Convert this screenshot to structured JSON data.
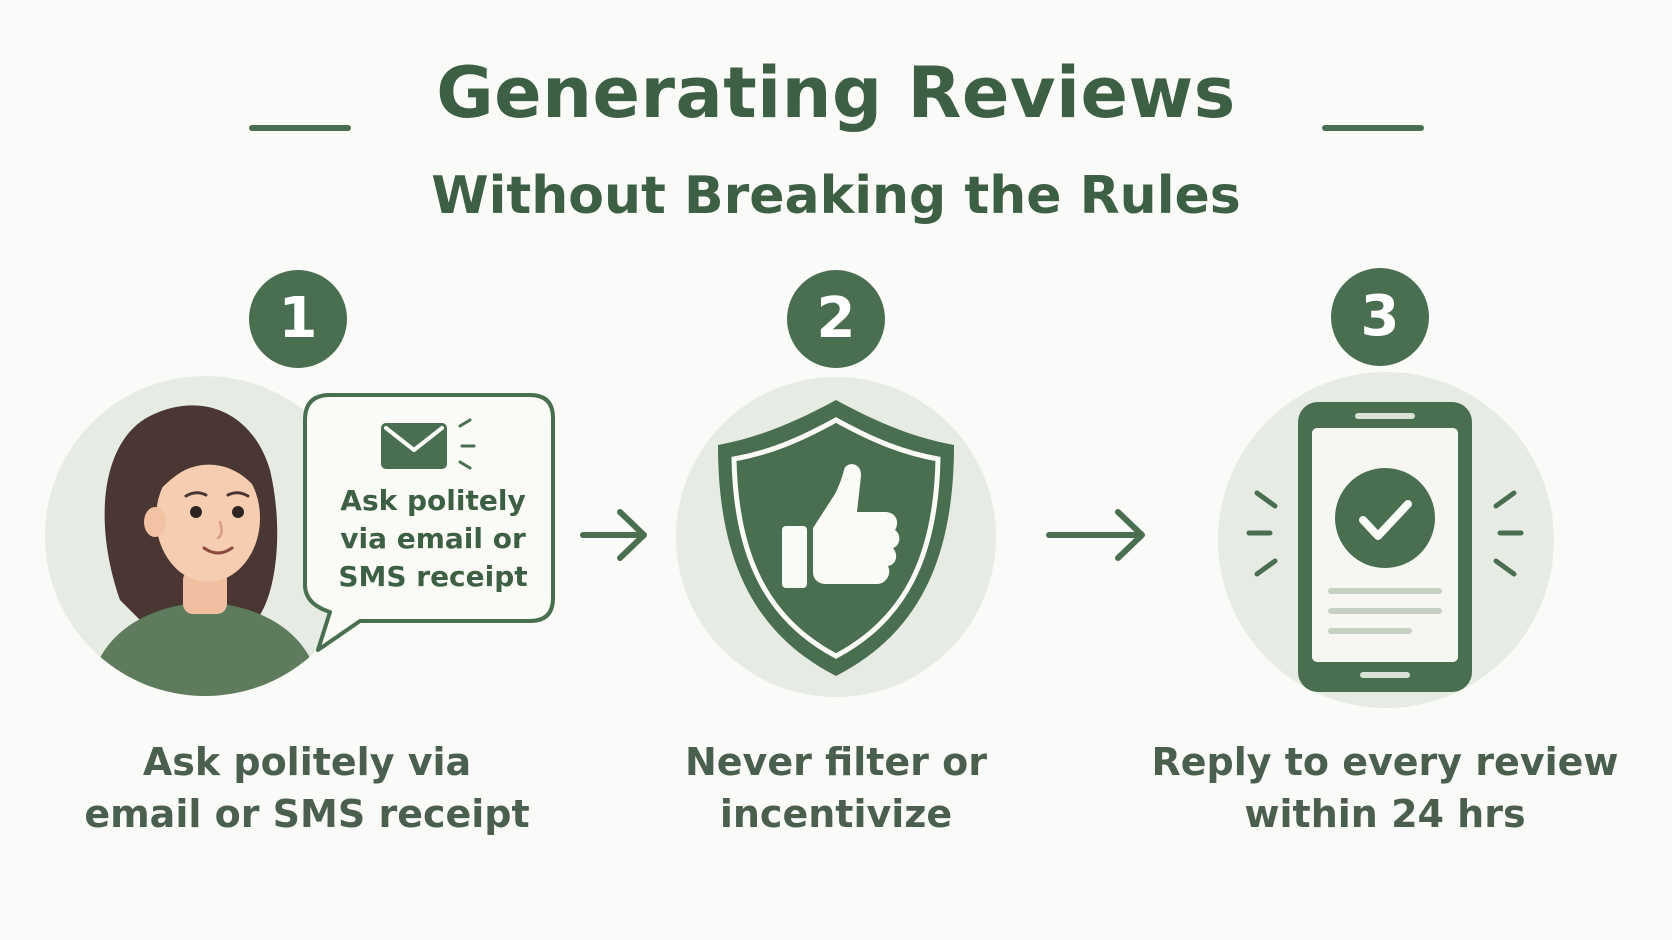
{
  "header": {
    "title": "Generating Reviews",
    "subtitle": "Without Breaking the Rules"
  },
  "steps": [
    {
      "number": "1",
      "bubble_text": "Ask politely\nvia email or\nSMS receipt",
      "caption": "Ask politely via\nemail or SMS receipt",
      "icon": "envelope-icon"
    },
    {
      "number": "2",
      "caption": "Never filter or\nincentivize",
      "icon": "shield-thumbs-up-icon"
    },
    {
      "number": "3",
      "caption": "Reply to every review\nwithin 24 hrs",
      "icon": "phone-check-icon"
    }
  ],
  "colors": {
    "primary_green": "#4A6E50",
    "title_green": "#3D5F44",
    "pale_green": "#E6ECE4",
    "background": "#FAFAF8",
    "skin": "#F6CDB0",
    "hair": "#4A3733"
  }
}
